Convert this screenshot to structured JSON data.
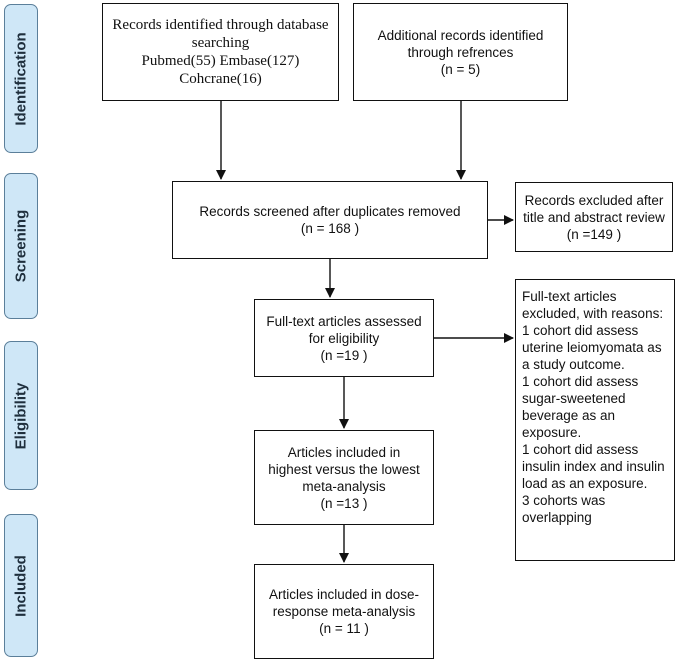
{
  "stages": {
    "identification": "Identification",
    "screening": "Screening",
    "eligibility": "Eligibility",
    "included": "Included"
  },
  "boxes": {
    "database_records": [
      "Records identified through database",
      "searching",
      "Pubmed(55) Embase(127)",
      "Cohcrane(16)"
    ],
    "additional_records": [
      "Additional records identified",
      "through refrences",
      "(n =  5)"
    ],
    "screened": [
      "Records screened after duplicates removed",
      "(n = 168  )"
    ],
    "excluded_title": [
      "Records excluded after",
      "title and abstract review",
      "(n =149 )"
    ],
    "fulltext_assessed": [
      "Full-text articles assessed",
      "for eligibility",
      "(n =19   )"
    ],
    "fulltext_excluded": [
      "Full-text articles",
      "excluded, with reasons:",
      "1 cohort did assess",
      "uterine leiomyomata as",
      "a study outcome.",
      "1 cohort did assess",
      "sugar-sweetened",
      "beverage as an",
      "exposure.",
      "1 cohort did assess",
      "insulin index and insulin",
      "load as an exposure.",
      "3 cohorts was",
      "overlapping"
    ],
    "highest_lowest": [
      "Articles included in",
      "highest versus the lowest",
      "meta-analysis",
      "(n =13  )"
    ],
    "dose_response": [
      "Articles included in dose-",
      "response meta-analysis",
      "(n = 11  )"
    ]
  }
}
